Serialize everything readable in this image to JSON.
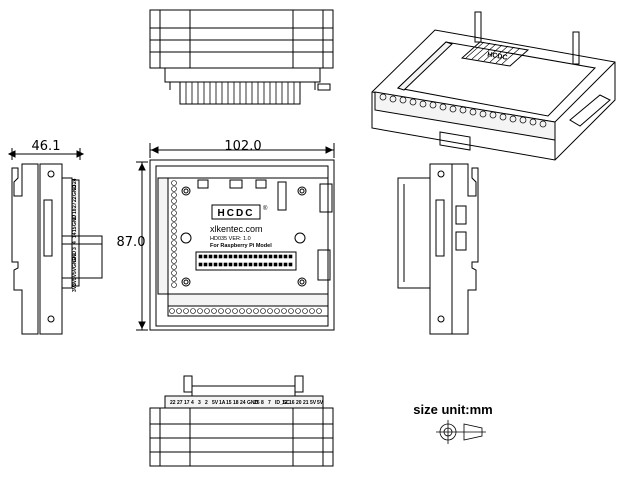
{
  "dims": {
    "side_width": "46.1",
    "front_width": "102.0",
    "front_height": "87.0"
  },
  "board": {
    "logo": "HCDC",
    "registered": "®",
    "website": "xlkentec.com",
    "model_line": "HD035   VER: 1.0",
    "desc_line": "For Raspberry Pi Model"
  },
  "iso_logo": "HCDC",
  "left_terminals": [
    "3V3",
    "3V3",
    "5V",
    "5V",
    "GND",
    "GND",
    "2",
    "3",
    "4",
    "14",
    "15",
    "GND",
    "17",
    "18",
    "27",
    "22",
    "GND",
    "23",
    "24"
  ],
  "bottom_terminals": [
    "22",
    "27",
    "17",
    "4",
    "3",
    "2",
    "5V",
    "1A",
    "15",
    "18",
    "24",
    "GND",
    "25",
    "8",
    "7",
    "ID_SC",
    "12",
    "16",
    "20",
    "21",
    "5V",
    "5V"
  ],
  "units_label": "size unit:mm"
}
